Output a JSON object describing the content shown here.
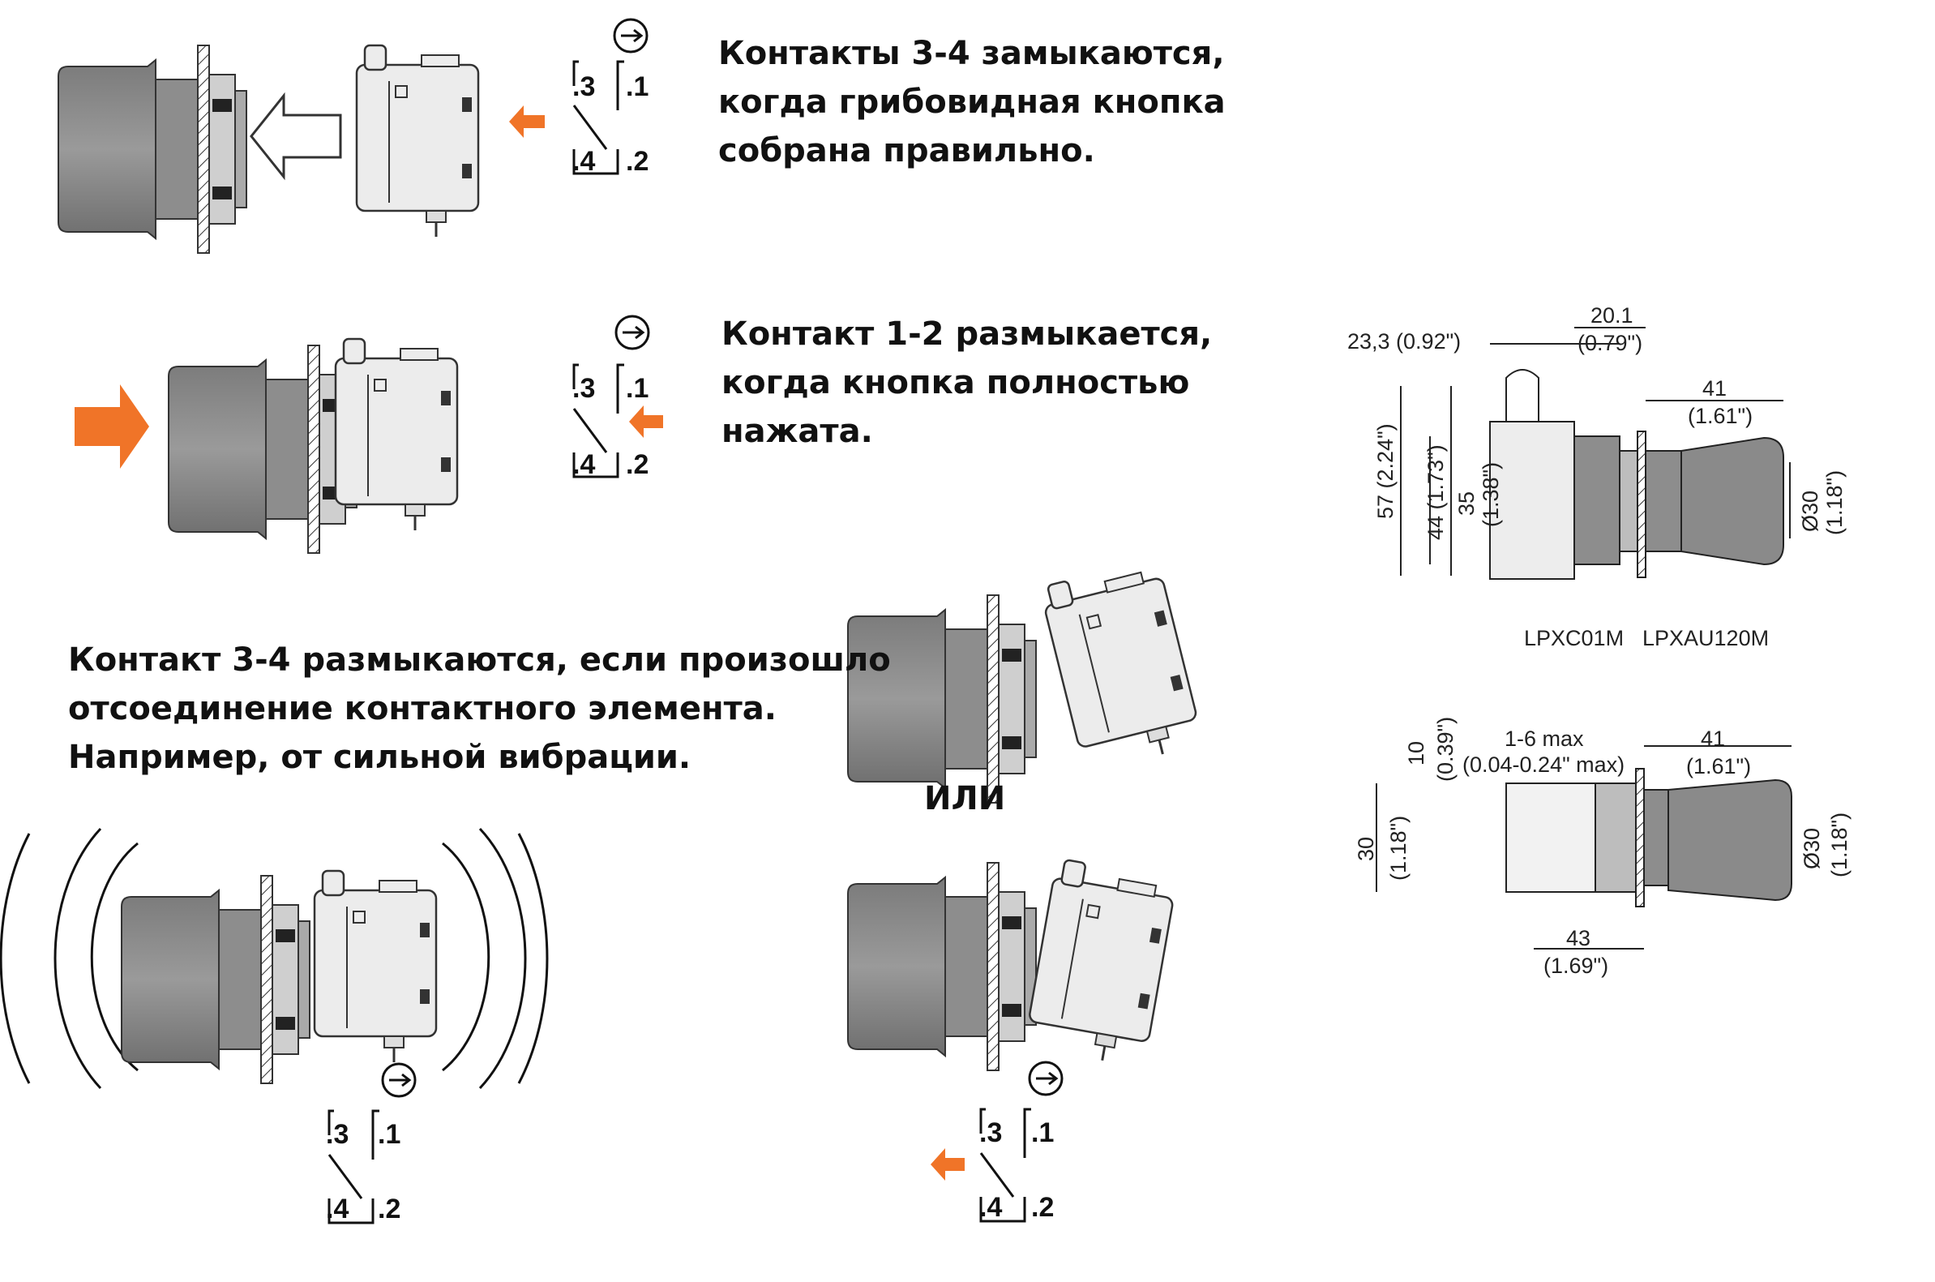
{
  "captions": {
    "block1": [
      "Контакты 3-4  замыкаются,",
      "когда грибовидная кнопка",
      "собрана правильно."
    ],
    "block2": [
      "Контакт 1-2 размыкается,",
      "когда кнопка полностью",
      "нажата."
    ],
    "block3": [
      "Контакт 3-4 размыкаются, если произошло",
      "отсоединение контактного элемента.",
      "Например, от сильной вибрации."
    ],
    "or_label": "ИЛИ"
  },
  "contact_terminals": {
    "t3": ".3",
    "t4": ".4",
    "t1": ".1",
    "t2": ".2"
  },
  "drawing_top": {
    "dim_23_3": "23,3 (0.92\")",
    "dim_20_1": "20.1",
    "dim_20_1_in": "(0.79\")",
    "dim_41": "41",
    "dim_41_in": "(1.61\")",
    "dim_57": "57 (2.24\")",
    "dim_44": "44 (1.73\")",
    "dim_35": "35",
    "dim_35_in": "(1.38\")",
    "dim_30": "Ø30",
    "dim_30_in": "(1.18\")",
    "part_contact": "LPXC01M",
    "part_actuator": "LPXAU120M"
  },
  "drawing_bottom": {
    "dim_10": "10",
    "dim_10_in": "(0.39\")",
    "dim_1_6": "1-6 max",
    "dim_1_6_in": "(0.04-0.24\" max)",
    "dim_41": "41",
    "dim_41_in": "(1.61\")",
    "dim_30_left": "30",
    "dim_30_left_in": "(1.18\")",
    "dim_30": "Ø30",
    "dim_30_in": "(1.18\")",
    "dim_43": "43",
    "dim_43_in": "(1.69\")"
  },
  "colors": {
    "accent_arrow": "#f07428",
    "body_gray": "#8a8a8a",
    "line": "#222222"
  }
}
